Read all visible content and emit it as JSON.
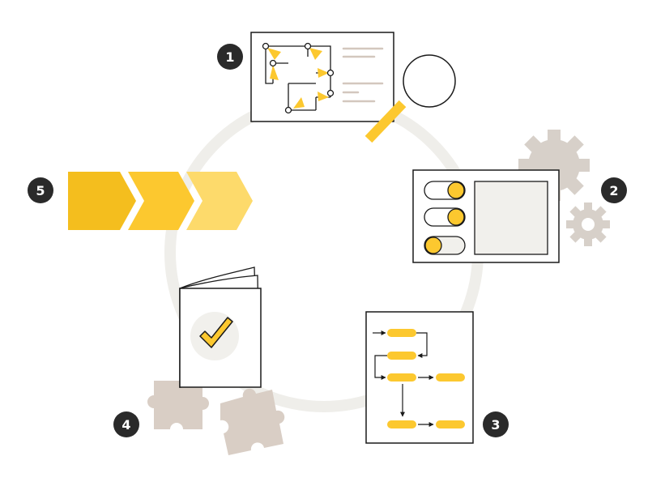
{
  "steps": [
    {
      "number": "1",
      "name": "floor-plan-inspection"
    },
    {
      "number": "2",
      "name": "configuration-panel"
    },
    {
      "number": "3",
      "name": "workflow-document"
    },
    {
      "number": "4",
      "name": "checklist-booklet"
    },
    {
      "number": "5",
      "name": "progress-chevrons"
    }
  ],
  "colors": {
    "accent": "#FCC82F",
    "accent_light": "#FDDA6B",
    "accent_dark": "#F4BE1E",
    "outline": "#1A1A1A",
    "cycle_ring": "#EFEEEA",
    "gear": "#D7D0C9",
    "puzzle": "#D9CEC5",
    "panel_fill": "#F1F0EC",
    "text_lines": "#D3C7BE",
    "badge": "#2A2A2A",
    "badge_text": "#FFFFFF"
  }
}
